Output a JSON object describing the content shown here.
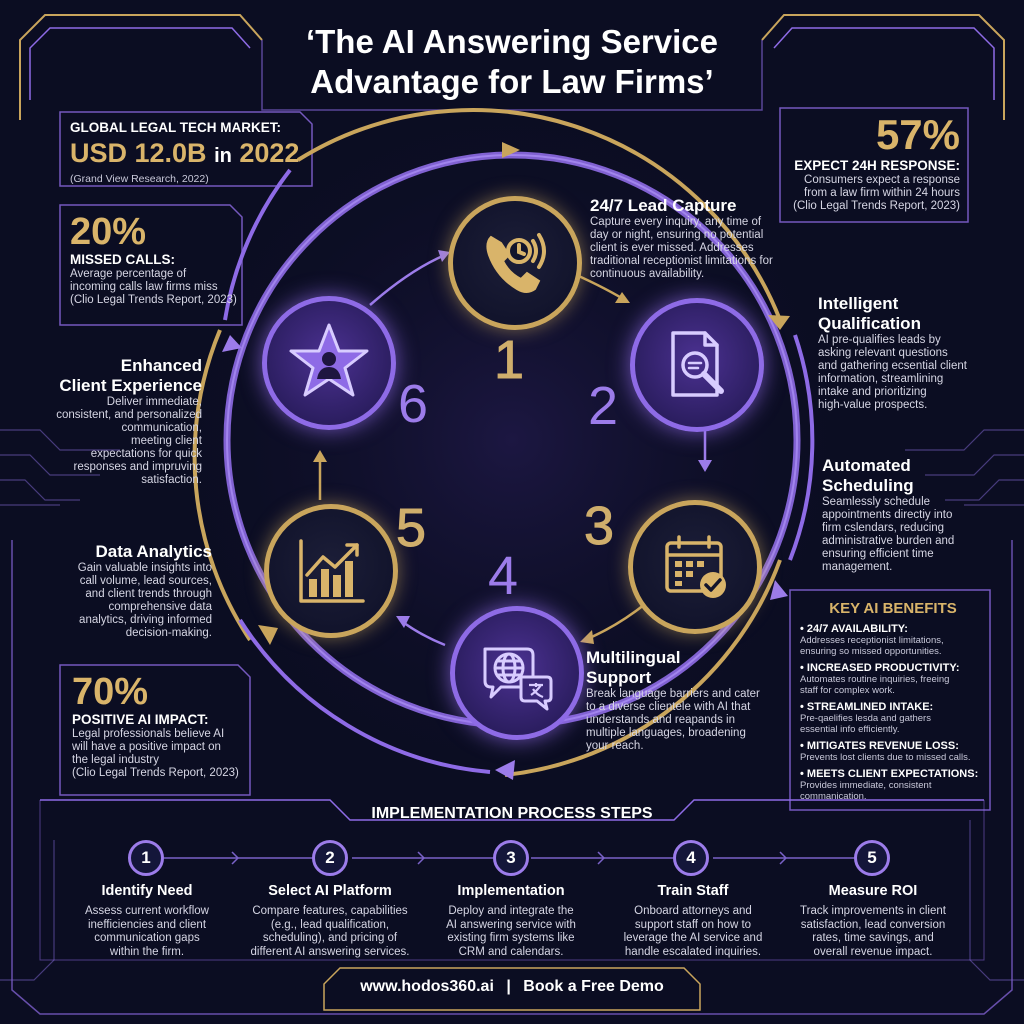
{
  "title": {
    "line1": "‘The AI Answering Service",
    "line2": "Advantage for Law Firms’"
  },
  "stats": {
    "market": {
      "label": "GLOBAL LEGAL TECH MARKET:",
      "value": "USD 12.0B",
      "in_word": "in",
      "year": "2022",
      "source": "(Grand View Research, 2022)"
    },
    "missed": {
      "value": "20%",
      "label": "MISSED CALLS:",
      "desc_l1": "Average percentage of",
      "desc_l2": "incoming calls law firms miss",
      "source": "(Clio Legal Trends Report, 2023)"
    },
    "response": {
      "value": "57%",
      "label": "EXPECT 24H RESPONSE:",
      "desc_l1": "Consumers expect a response",
      "desc_l2": "from a law firm within 24 hours",
      "source": "(Clio Legal Trends Report, 2023)"
    },
    "impact": {
      "value": "70%",
      "label": "POSITIVE AI IMPACT:",
      "desc_l1": "Legal professionals believe AI",
      "desc_l2": "will have a positive impact on",
      "desc_l3": "the legal industry",
      "source": "(Clio Legal Trends Report, 2023)"
    }
  },
  "cycle": {
    "s1": {
      "num": "1",
      "title": "24/7 Lead Capture",
      "lines": [
        "Capture every inquiry, any time of",
        "day or night, ensuring no potential",
        "client is ever missed. Addresses",
        "traditional receptionist limitations for",
        "continuous availability."
      ]
    },
    "s2": {
      "num": "2",
      "title1": "Intelligent",
      "title2": "Qualification",
      "lines": [
        "AI pre-qualifies leads by",
        "asking relevant questions",
        "and gathering ecsential client",
        "information, streamlining",
        "intake and prioritizing",
        "high-value prospects."
      ]
    },
    "s3": {
      "num": "3",
      "title1": "Automated",
      "title2": "Scheduling",
      "lines": [
        "Seamlessly schedule",
        "appointments directiy into",
        "firm cslendars, reducing",
        "administrative burden and",
        "ensuring efficient time",
        "management."
      ]
    },
    "s4": {
      "num": "4",
      "title1": "Multilingual",
      "title2": "Support",
      "lines": [
        "Break language barriers and cater",
        "to a diverse clientele with AI that",
        "understands and reapands in",
        "multiple languages, broadening",
        "your reach."
      ]
    },
    "s5": {
      "num": "5",
      "title": "Data Analytics",
      "lines": [
        "Gain valuable insights into",
        "call volume, lead sources,",
        "and client trends through",
        "comprehensive data",
        "analytics, driving informed",
        "decision-making."
      ]
    },
    "s6": {
      "num": "6",
      "title1": "Enhanced",
      "title2": "Client Experience",
      "lines": [
        "Deliver immediate,",
        "consistent, and personalized",
        "communication,",
        "meeting client",
        "expectations for quick",
        "responses and impruving",
        "satisfaction."
      ]
    }
  },
  "icons": {
    "s1": "phone-clock-icon",
    "s2": "document-magnifier-icon",
    "s3": "calendar-check-icon",
    "s4": "globe-translate-icon",
    "s5": "growth-chart-icon",
    "s6": "star-user-icon"
  },
  "benefits": {
    "heading": "KEY AI BENEFITS",
    "items": [
      {
        "title": "24/7 AVAILABILITY:",
        "l1": "Addresses receptionist limitations,",
        "l2": "ensuring so missed opportunities."
      },
      {
        "title": "INCREASED PRODUCTIVITY:",
        "l1": "Automates routine inquiries, freeing",
        "l2": "staff for complex work."
      },
      {
        "title": "STREAMLINED INTAKE:",
        "l1": "Pre-qaelifies lesda and gathers",
        "l2": "essential info efficiently."
      },
      {
        "title": "MITIGATES REVENUE LOSS:",
        "l1": "Prevents lost clients due to missed calls.",
        "l2": ""
      },
      {
        "title": "MEETS CLIENT EXPECTATIONS:",
        "l1": "Provides immediate, consistent",
        "l2": "commanication."
      }
    ]
  },
  "implementation": {
    "heading": "IMPLEMENTATION PROCESS STEPS",
    "steps": [
      {
        "num": "1",
        "title": "Identify Need",
        "lines": [
          "Assess current workflow",
          "inefficiencies and client",
          "communication gaps",
          "within the firm."
        ]
      },
      {
        "num": "2",
        "title": "Select AI Platform",
        "lines": [
          "Compare features, capabilities",
          "(e.g., lead qualification,",
          "scheduling), and pricing of",
          "different AI answering services."
        ]
      },
      {
        "num": "3",
        "title": "Implementation",
        "lines": [
          "Deploy and integrate the",
          "AI answering service with",
          "existing firm systems like",
          "CRM and calendars."
        ]
      },
      {
        "num": "4",
        "title": "Train Staff",
        "lines": [
          "Onboard attorneys and",
          "support staff on how to",
          "leverage the AI service and",
          "handle escalated inquiries."
        ]
      },
      {
        "num": "5",
        "title": "Measure ROI",
        "lines": [
          "Track improvements in client",
          "satisfaction, lead conversion",
          "rates, time savings, and",
          "overall revenue impact."
        ]
      }
    ]
  },
  "footer": {
    "site": "www.hodos360.ai",
    "sep": "|",
    "cta": "Book a Free Demo"
  },
  "colors": {
    "background": "#0b0d22",
    "gold": "#d9b46a",
    "purple": "#9c7cea"
  }
}
